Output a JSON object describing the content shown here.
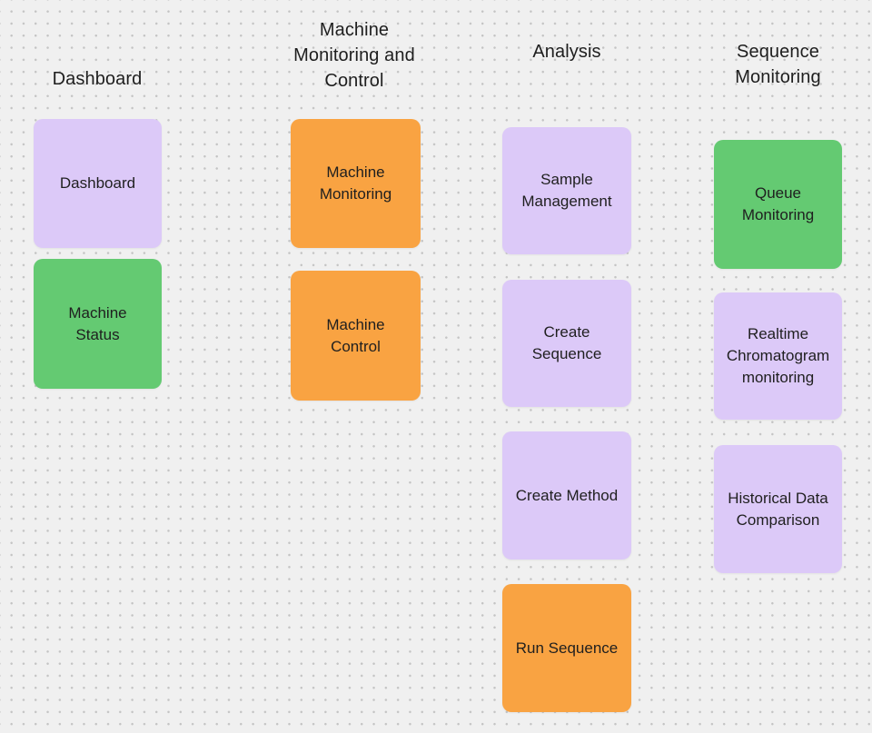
{
  "board": {
    "app": "whiteboard-canvas",
    "background_color": "#f0f0f0",
    "dot_grid_color": "#c4c4c4"
  },
  "colors": {
    "purple": "#dcc9f8",
    "green": "#64ca72",
    "orange": "#f9a342",
    "text": "#1f1f1f"
  },
  "columns": [
    {
      "title": "Dashboard",
      "cards": [
        {
          "label": "Dashboard",
          "color": "#dcc9f8",
          "color_name": "purple"
        },
        {
          "label": "Machine\nStatus",
          "color": "#64ca72",
          "color_name": "green"
        }
      ]
    },
    {
      "title": "Machine\nMonitoring and\nControl",
      "cards": [
        {
          "label": "Machine\nMonitoring",
          "color": "#f9a342",
          "color_name": "orange"
        },
        {
          "label": "Machine\nControl",
          "color": "#f9a342",
          "color_name": "orange"
        }
      ]
    },
    {
      "title": "Analysis",
      "cards": [
        {
          "label": "Sample\nManagement",
          "color": "#dcc9f8",
          "color_name": "purple"
        },
        {
          "label": "Create\nSequence",
          "color": "#dcc9f8",
          "color_name": "purple"
        },
        {
          "label": "Create Method",
          "color": "#dcc9f8",
          "color_name": "purple"
        },
        {
          "label": "Run Sequence",
          "color": "#f9a342",
          "color_name": "orange"
        }
      ]
    },
    {
      "title": "Sequence\nMonitoring",
      "cards": [
        {
          "label": "Queue\nMonitoring",
          "color": "#64ca72",
          "color_name": "green"
        },
        {
          "label": "Realtime\nChromatogram\nmonitoring",
          "color": "#dcc9f8",
          "color_name": "purple"
        },
        {
          "label": "Historical Data\nComparison",
          "color": "#dcc9f8",
          "color_name": "purple"
        }
      ]
    }
  ]
}
